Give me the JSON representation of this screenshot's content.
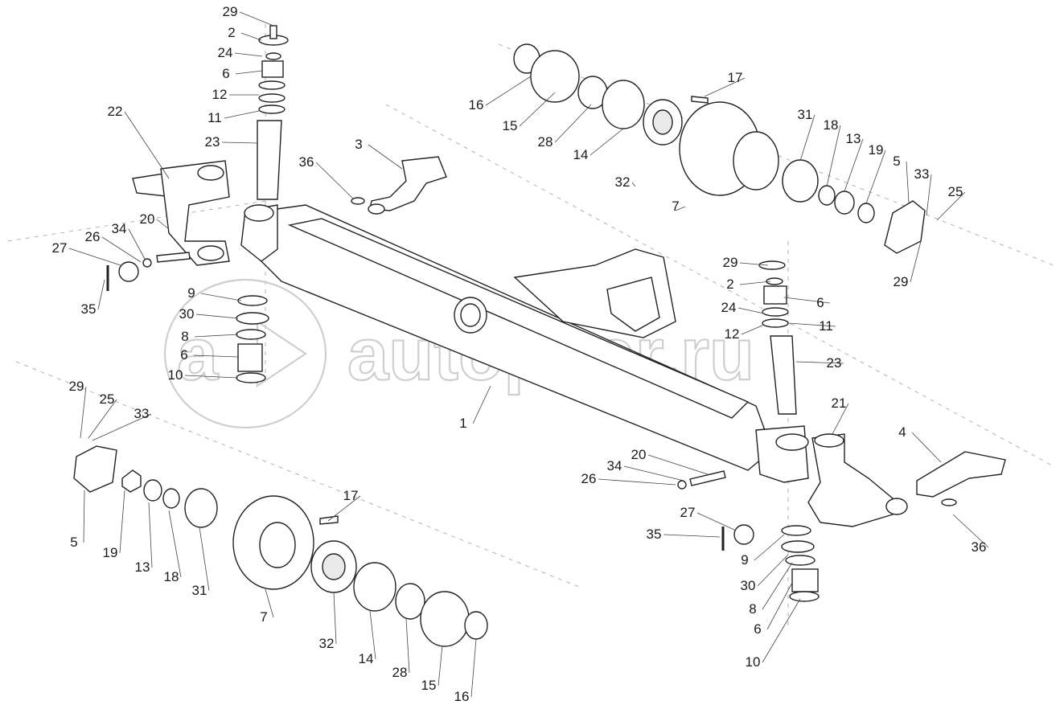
{
  "watermark": {
    "text": "autopiter.ru",
    "logo_icon": "a-arrow-logo-icon"
  },
  "labels": [
    {
      "id": "l0",
      "text": "29"
    },
    {
      "id": "l1",
      "text": "2"
    },
    {
      "id": "l2",
      "text": "24"
    },
    {
      "id": "l3",
      "text": "6"
    },
    {
      "id": "l4",
      "text": "12"
    },
    {
      "id": "l5",
      "text": "11"
    },
    {
      "id": "l6",
      "text": "23"
    },
    {
      "id": "l7",
      "text": "22"
    },
    {
      "id": "l8",
      "text": "20"
    },
    {
      "id": "l9",
      "text": "34"
    },
    {
      "id": "l10",
      "text": "26"
    },
    {
      "id": "l11",
      "text": "27"
    },
    {
      "id": "l12",
      "text": "35"
    },
    {
      "id": "l13",
      "text": "9"
    },
    {
      "id": "l14",
      "text": "30"
    },
    {
      "id": "l15",
      "text": "8"
    },
    {
      "id": "l16",
      "text": "6"
    },
    {
      "id": "l17",
      "text": "10"
    },
    {
      "id": "l18",
      "text": "36"
    },
    {
      "id": "l19",
      "text": "3"
    },
    {
      "id": "l20",
      "text": "16"
    },
    {
      "id": "l21",
      "text": "15"
    },
    {
      "id": "l22",
      "text": "28"
    },
    {
      "id": "l23",
      "text": "14"
    },
    {
      "id": "l24",
      "text": "32"
    },
    {
      "id": "l25",
      "text": "17"
    },
    {
      "id": "l26",
      "text": "7"
    },
    {
      "id": "l27",
      "text": "31"
    },
    {
      "id": "l28",
      "text": "18"
    },
    {
      "id": "l29",
      "text": "13"
    },
    {
      "id": "l30",
      "text": "19"
    },
    {
      "id": "l31",
      "text": "5"
    },
    {
      "id": "l32",
      "text": "33"
    },
    {
      "id": "l33",
      "text": "25"
    },
    {
      "id": "l34",
      "text": "29"
    },
    {
      "id": "l35",
      "text": "29"
    },
    {
      "id": "l36",
      "text": "2"
    },
    {
      "id": "l37",
      "text": "6"
    },
    {
      "id": "l38",
      "text": "24"
    },
    {
      "id": "l39",
      "text": "11"
    },
    {
      "id": "l40",
      "text": "12"
    },
    {
      "id": "l41",
      "text": "23"
    },
    {
      "id": "l42",
      "text": "1"
    },
    {
      "id": "l43",
      "text": "21"
    },
    {
      "id": "l44",
      "text": "4"
    },
    {
      "id": "l45",
      "text": "36"
    },
    {
      "id": "l46",
      "text": "20"
    },
    {
      "id": "l47",
      "text": "34"
    },
    {
      "id": "l48",
      "text": "26"
    },
    {
      "id": "l49",
      "text": "27"
    },
    {
      "id": "l50",
      "text": "35"
    },
    {
      "id": "l51",
      "text": "9"
    },
    {
      "id": "l52",
      "text": "30"
    },
    {
      "id": "l53",
      "text": "8"
    },
    {
      "id": "l54",
      "text": "6"
    },
    {
      "id": "l55",
      "text": "10"
    },
    {
      "id": "l56",
      "text": "29"
    },
    {
      "id": "l57",
      "text": "25"
    },
    {
      "id": "l58",
      "text": "33"
    },
    {
      "id": "l59",
      "text": "5"
    },
    {
      "id": "l60",
      "text": "19"
    },
    {
      "id": "l61",
      "text": "13"
    },
    {
      "id": "l62",
      "text": "18"
    },
    {
      "id": "l63",
      "text": "31"
    },
    {
      "id": "l64",
      "text": "17"
    },
    {
      "id": "l65",
      "text": "7"
    },
    {
      "id": "l66",
      "text": "32"
    },
    {
      "id": "l67",
      "text": "14"
    },
    {
      "id": "l68",
      "text": "28"
    },
    {
      "id": "l69",
      "text": "15"
    },
    {
      "id": "l70",
      "text": "16"
    }
  ]
}
